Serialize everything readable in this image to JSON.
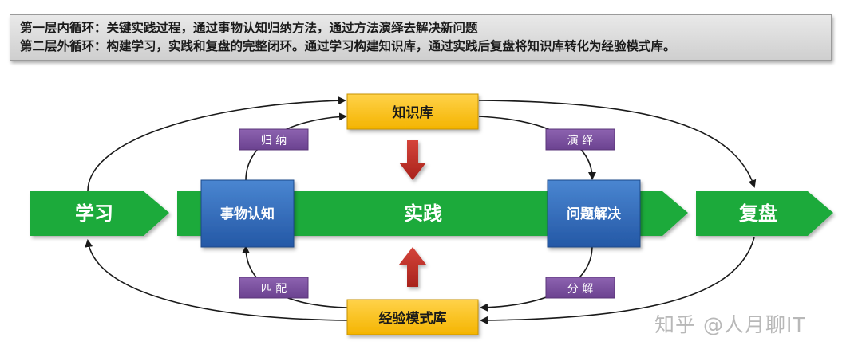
{
  "header": {
    "line1": "第一层内循环：关键实践过程，通过事物认知归纳方法，通过方法演绎去解决新问题",
    "line2": "第二层外循环：构建学习，实践和复盘的完整闭环。通过学习构建知识库，通过实践后复盘将知识库转化为经验模式库。"
  },
  "diagram": {
    "stages": {
      "learn": "学习",
      "practice": "实践",
      "review": "复盘"
    },
    "inner_nodes": {
      "cognition": "事物认知",
      "problem_solving": "问题解决"
    },
    "stores": {
      "knowledge_base": "知识库",
      "experience_base": "经验模式库"
    },
    "edge_labels": {
      "induction": "归 纳",
      "deduction": "演 绎",
      "matching": "匹 配",
      "decomposition": "分 解"
    }
  },
  "watermark": "知乎 @人月聊IT",
  "colors": {
    "green": "#1daa3a",
    "blue": "#2f6fbd",
    "yellow": "#ffc000",
    "purple": "#7a4e9c",
    "red_arrow": "#c0302a"
  }
}
